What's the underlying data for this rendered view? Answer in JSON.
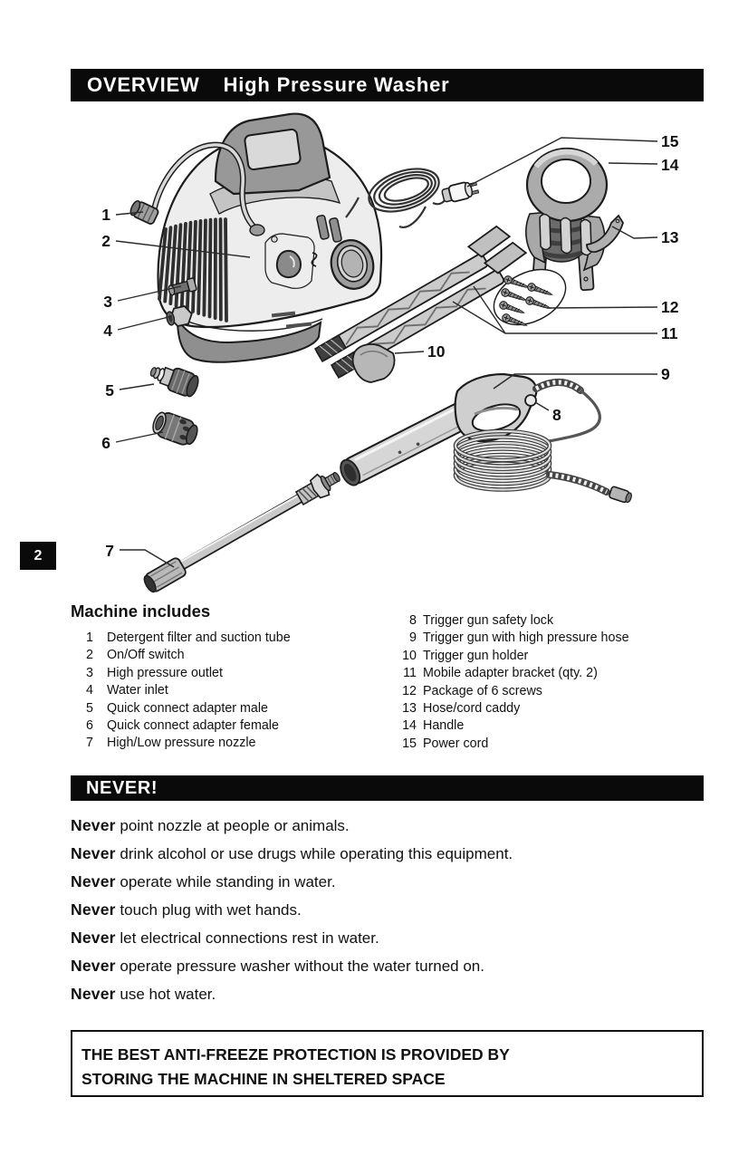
{
  "page": {
    "number": "2"
  },
  "header": {
    "section": "OVERVIEW",
    "title": "High Pressure Washer"
  },
  "diagram": {
    "callouts": [
      "1",
      "2",
      "3",
      "4",
      "5",
      "6",
      "7",
      "8",
      "9",
      "10",
      "11",
      "12",
      "13",
      "14",
      "15"
    ]
  },
  "machine_includes": {
    "heading": "Machine includes",
    "left": [
      {
        "num": "1",
        "text": "Detergent filter and suction tube"
      },
      {
        "num": "2",
        "text": "On/Off switch"
      },
      {
        "num": "3",
        "text": "High pressure outlet"
      },
      {
        "num": "4",
        "text": "Water inlet"
      },
      {
        "num": "5",
        "text": "Quick connect adapter male"
      },
      {
        "num": "6",
        "text": "Quick connect adapter female"
      },
      {
        "num": "7",
        "text": "High/Low pressure nozzle"
      }
    ],
    "right": [
      {
        "num": "8",
        "text": "Trigger gun safety lock"
      },
      {
        "num": "9",
        "text": "Trigger gun with high pressure hose"
      },
      {
        "num": "10",
        "text": "Trigger gun holder"
      },
      {
        "num": "11",
        "text": "Mobile adapter bracket (qty. 2)"
      },
      {
        "num": "12",
        "text": "Package of 6 screws"
      },
      {
        "num": "13",
        "text": "Hose/cord caddy"
      },
      {
        "num": "14",
        "text": "Handle"
      },
      {
        "num": "15",
        "text": "Power cord"
      }
    ]
  },
  "never": {
    "heading": "NEVER!",
    "bold_word": "Never",
    "items": [
      "point nozzle at people or animals.",
      "drink alcohol or use drugs while operating this equipment.",
      "operate while standing in water.",
      "touch plug with wet hands.",
      "let electrical connections rest in water.",
      "operate pressure washer without the water turned on.",
      "use hot water."
    ]
  },
  "notice": {
    "line1": "THE BEST ANTI-FREEZE PROTECTION IS PROVIDED BY",
    "line2": "STORING THE MACHINE IN SHELTERED SPACE"
  },
  "colors": {
    "bar_background": "#0a0a0a",
    "ink": "#111111"
  }
}
